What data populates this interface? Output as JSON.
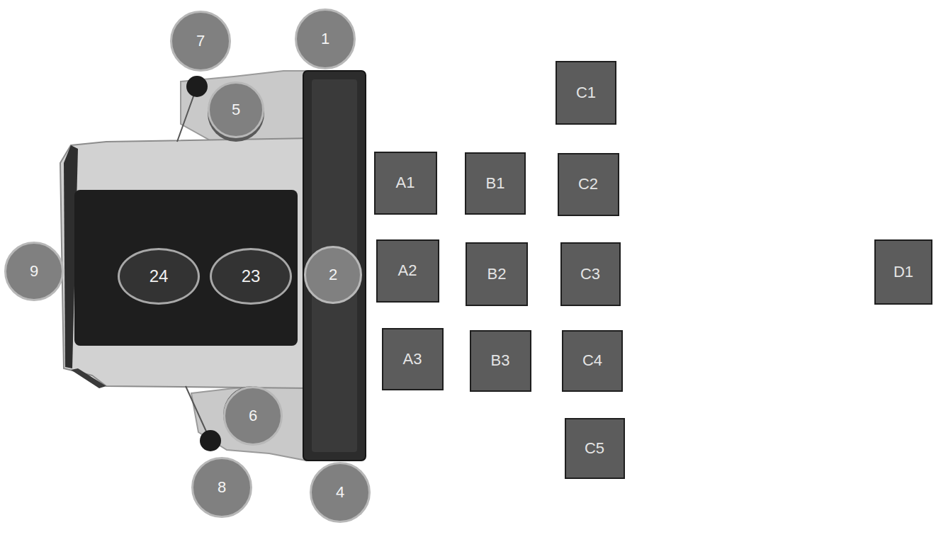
{
  "diagram": {
    "nodes": [
      {
        "text": [
          "7"
        ]
      },
      {
        "text": [
          "1"
        ]
      },
      {
        "text": [
          "C1"
        ]
      },
      {
        "text": [
          "5"
        ]
      },
      {
        "text": [
          "A1"
        ]
      },
      {
        "text": [
          "B1"
        ]
      },
      {
        "text": [
          "C2"
        ]
      },
      {
        "text": [
          "9"
        ]
      },
      {
        "text": [
          "24"
        ]
      },
      {
        "text": [
          "23"
        ]
      },
      {
        "text": [
          "2"
        ]
      },
      {
        "text": [
          "A2"
        ]
      },
      {
        "text": [
          "B2"
        ]
      },
      {
        "text": [
          "C3"
        ]
      },
      {
        "text": [
          "D1"
        ]
      },
      {
        "text": [
          "A3"
        ]
      },
      {
        "text": [
          "B3"
        ]
      },
      {
        "text": [
          "C4"
        ]
      },
      {
        "text": [
          "6"
        ]
      },
      {
        "text": [
          "C5"
        ]
      },
      {
        "text": [
          "8"
        ]
      },
      {
        "text": [
          "4"
        ]
      }
    ]
  }
}
